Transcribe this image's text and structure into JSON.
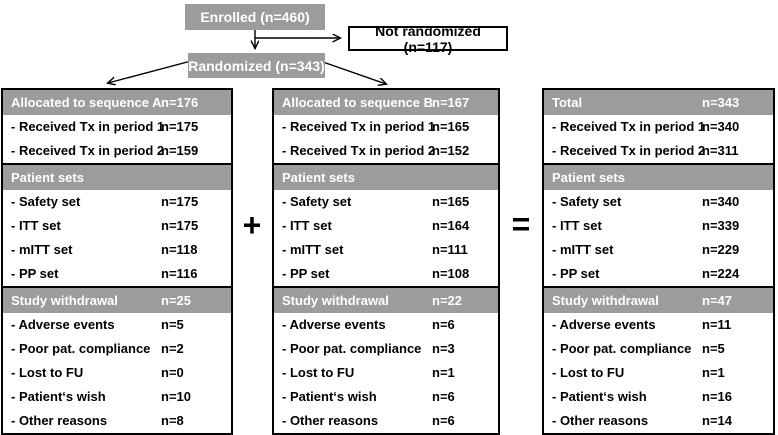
{
  "flow": {
    "enrolled": "Enrolled (n=460)",
    "not_randomized": "Not randomized (n=117)",
    "randomized": "Randomized (n=343)"
  },
  "operators": {
    "plus": "+",
    "equals": "="
  },
  "colors": {
    "box_gray": "#9c9c9c",
    "border_black": "#000000",
    "header_text": "#ffffff",
    "body_text": "#000000"
  },
  "columns": [
    {
      "sections": [
        {
          "header": {
            "label": "Allocated to sequence A",
            "value": "n=176"
          },
          "rows": [
            {
              "label": "- Received Tx in period 1",
              "value": "n=175"
            },
            {
              "label": "- Received Tx in period 2",
              "value": "n=159"
            }
          ]
        },
        {
          "header": {
            "label": "Patient sets",
            "value": ""
          },
          "rows": [
            {
              "label": "- Safety set",
              "value": "n=175"
            },
            {
              "label": "- ITT set",
              "value": "n=175"
            },
            {
              "label": "- mITT set",
              "value": "n=118"
            },
            {
              "label": "- PP set",
              "value": "n=116"
            }
          ]
        },
        {
          "header": {
            "label": "Study withdrawal",
            "value": "n=25"
          },
          "rows": [
            {
              "label": "- Adverse events",
              "value": "n=5"
            },
            {
              "label": "- Poor pat. compliance",
              "value": "n=2"
            },
            {
              "label": "- Lost to FU",
              "value": "n=0"
            },
            {
              "label": "- Patient‘s wish",
              "value": "n=10"
            },
            {
              "label": "- Other reasons",
              "value": "n=8"
            }
          ]
        }
      ]
    },
    {
      "sections": [
        {
          "header": {
            "label": "Allocated to sequence B",
            "value": "n=167"
          },
          "rows": [
            {
              "label": "- Received Tx in period 1",
              "value": "n=165"
            },
            {
              "label": "- Received Tx in period 2",
              "value": "n=152"
            }
          ]
        },
        {
          "header": {
            "label": "Patient sets",
            "value": ""
          },
          "rows": [
            {
              "label": "- Safety set",
              "value": "n=165"
            },
            {
              "label": "- ITT set",
              "value": "n=164"
            },
            {
              "label": "- mITT set",
              "value": "n=111"
            },
            {
              "label": "- PP set",
              "value": "n=108"
            }
          ]
        },
        {
          "header": {
            "label": "Study withdrawal",
            "value": "n=22"
          },
          "rows": [
            {
              "label": "- Adverse events",
              "value": "n=6"
            },
            {
              "label": "- Poor pat. compliance",
              "value": "n=3"
            },
            {
              "label": "- Lost to FU",
              "value": "n=1"
            },
            {
              "label": "- Patient‘s wish",
              "value": "n=6"
            },
            {
              "label": "- Other reasons",
              "value": "n=6"
            }
          ]
        }
      ]
    },
    {
      "sections": [
        {
          "header": {
            "label": "Total",
            "value": "n=343"
          },
          "rows": [
            {
              "label": "- Received Tx in period 1",
              "value": "n=340"
            },
            {
              "label": "- Received Tx in period 2",
              "value": "n=311"
            }
          ]
        },
        {
          "header": {
            "label": "Patient sets",
            "value": ""
          },
          "rows": [
            {
              "label": "- Safety set",
              "value": "n=340"
            },
            {
              "label": "- ITT set",
              "value": "n=339"
            },
            {
              "label": "- mITT set",
              "value": "n=229"
            },
            {
              "label": "- PP set",
              "value": "n=224"
            }
          ]
        },
        {
          "header": {
            "label": "Study withdrawal",
            "value": "n=47"
          },
          "rows": [
            {
              "label": "- Adverse events",
              "value": "n=11"
            },
            {
              "label": "- Poor pat. compliance",
              "value": "n=5"
            },
            {
              "label": "- Lost to FU",
              "value": "n=1"
            },
            {
              "label": "- Patient‘s wish",
              "value": "n=16"
            },
            {
              "label": "- Other reasons",
              "value": "n=14"
            }
          ]
        }
      ]
    }
  ]
}
